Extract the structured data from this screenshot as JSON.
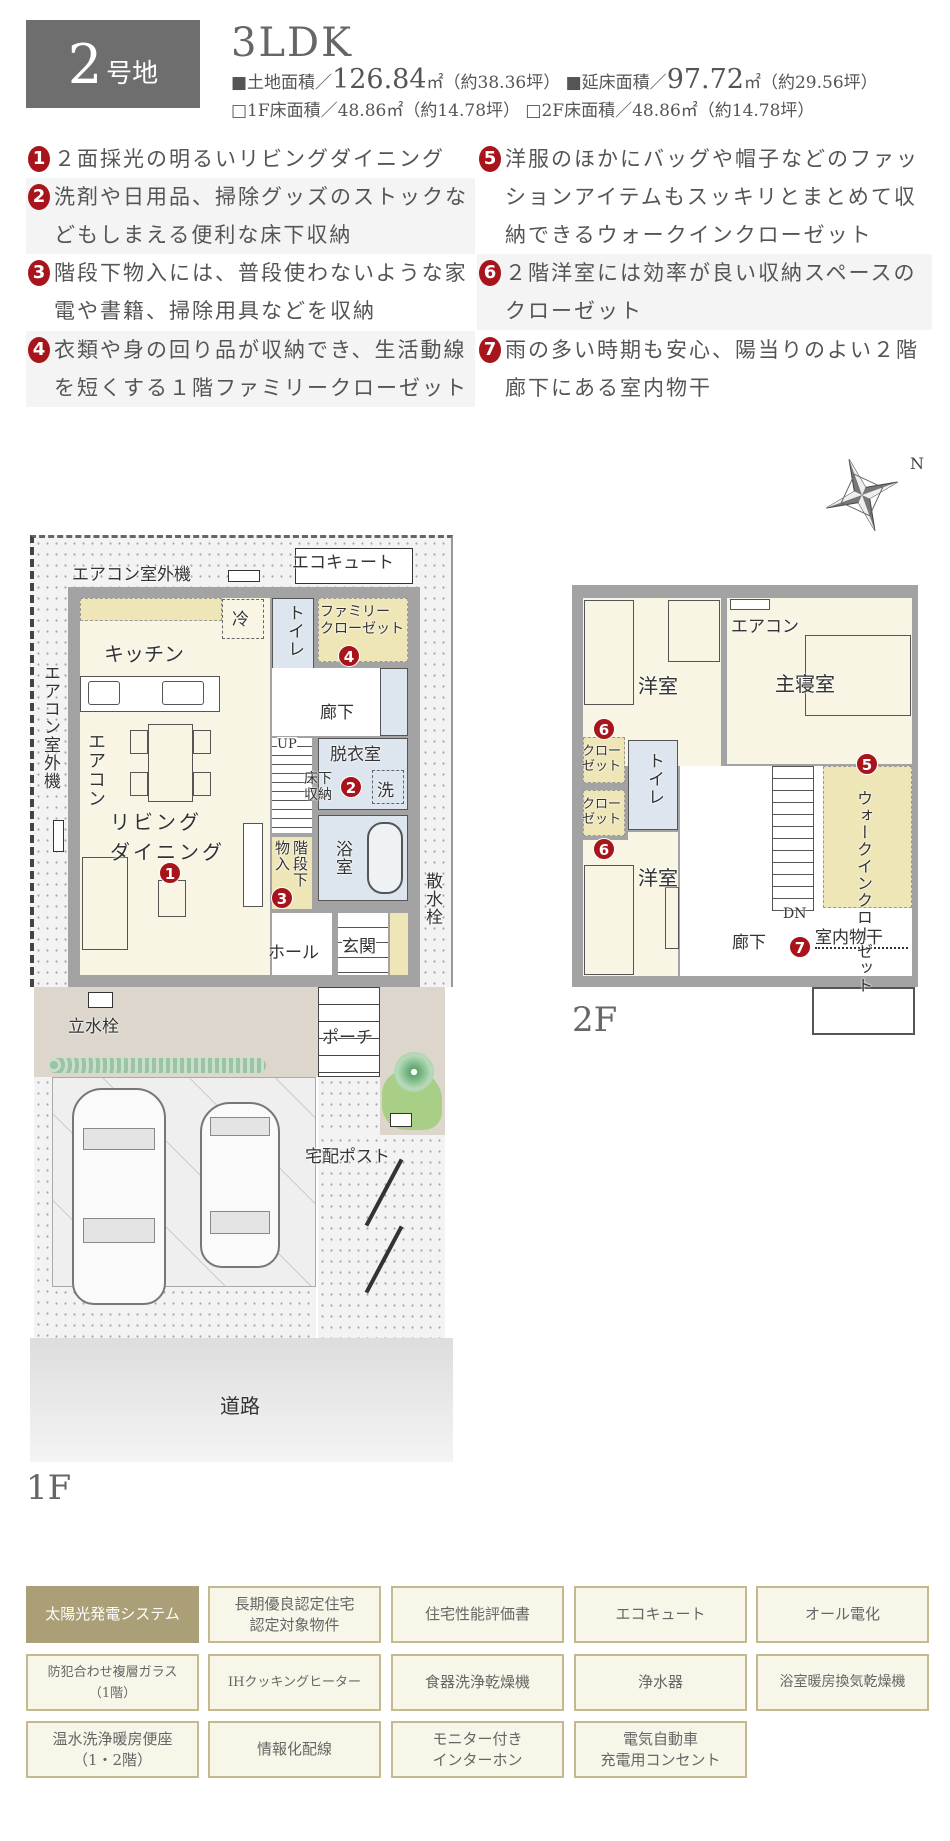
{
  "header": {
    "lot_number": "2",
    "lot_suffix": "号地",
    "plan_type": "3LDK",
    "land_area_label": "■土地面積／",
    "land_area_value": "126.84",
    "land_area_unit": "㎡（約38.36坪）",
    "total_floor_label": "■延床面積／",
    "total_floor_value": "97.72",
    "total_floor_unit": "㎡（約29.56坪）",
    "floor1_area": "□1F床面積／48.86㎡（約14.78坪）",
    "floor2_area": "□2F床面積／48.86㎡（約14.78坪）"
  },
  "features": [
    {
      "num": "1",
      "text": "２面採光の明るいリビングダイニング"
    },
    {
      "num": "2",
      "text": "洗剤や日用品、掃除グッズのストックなどもしまえる便利な床下収納"
    },
    {
      "num": "3",
      "text": "階段下物入には、普段使わないような家電や書籍、掃除用具などを収納"
    },
    {
      "num": "4",
      "text": "衣類や身の回り品が収納でき、生活動線を短くする１階ファミリークローゼット"
    },
    {
      "num": "5",
      "text": "洋服のほかにバッグや帽子などのファッションアイテムもスッキリとまとめて収納できるウォークインクローゼット"
    },
    {
      "num": "6",
      "text": "２階洋室には効率が良い収納スペースのクローゼット"
    },
    {
      "num": "7",
      "text": "雨の多い時期も安心、陽当りのよい２階廊下にある室内物干"
    }
  ],
  "compass": {
    "north": "N"
  },
  "floor1": {
    "label": "1F",
    "rooms": {
      "ac_outdoor_top": "エアコン室外機",
      "ecocute": "エコキュート",
      "fridge": "冷",
      "kitchen": "キッチン",
      "ac_outdoor_left": "エアコン室外機",
      "aircon": "エアコン",
      "living1": "リビング",
      "living2": "ダイニング",
      "toilet": "トイレ",
      "family_closet1": "ファミリー",
      "family_closet2": "クローゼット",
      "hallway": "廊下",
      "up": "UP",
      "dressing": "脱衣室",
      "underfloor1": "床下",
      "underfloor2": "収納",
      "washer": "洗",
      "bath": "浴室",
      "storage1": "物入",
      "storage2": "階段下",
      "hall": "ホール",
      "entrance": "玄関",
      "sprinkler": "散水栓",
      "standpipe": "立水栓",
      "porch": "ポーチ",
      "delivery_box": "宅配ポスト",
      "road": "道路"
    }
  },
  "floor2": {
    "label": "2F",
    "rooms": {
      "western_top": "洋室",
      "master": "主寝室",
      "aircon": "エアコン",
      "closet": "クローゼット",
      "toilet": "トイレ",
      "wic": "ウォークインクローゼット",
      "western_bottom": "洋室",
      "hallway": "廊下",
      "dn": "DN",
      "drying": "室内物干"
    }
  },
  "equipment": [
    {
      "label": "太陽光発電システム",
      "active": true
    },
    {
      "label": "長期優良認定住宅\n認定対象物件",
      "active": false
    },
    {
      "label": "住宅性能評価書",
      "active": false
    },
    {
      "label": "エコキュート",
      "active": false
    },
    {
      "label": "オール電化",
      "active": false
    },
    {
      "label": "防犯合わせ複層ガラス\n（1階）",
      "active": false
    },
    {
      "label": "IHクッキングヒーター",
      "active": false
    },
    {
      "label": "食器洗浄乾燥機",
      "active": false
    },
    {
      "label": "浄水器",
      "active": false
    },
    {
      "label": "浴室暖房換気乾燥機",
      "active": false
    },
    {
      "label": "温水洗浄暖房便座\n（1・2階）",
      "active": false
    },
    {
      "label": "情報化配線",
      "active": false
    },
    {
      "label": "モニター付き\nインターホン",
      "active": false
    },
    {
      "label": "電気自動車\n充電用コンセント",
      "active": false
    }
  ],
  "colors": {
    "accent_red": "#a8141b",
    "tag_active": "#ab9f77",
    "tag_border": "#c5b98f"
  }
}
